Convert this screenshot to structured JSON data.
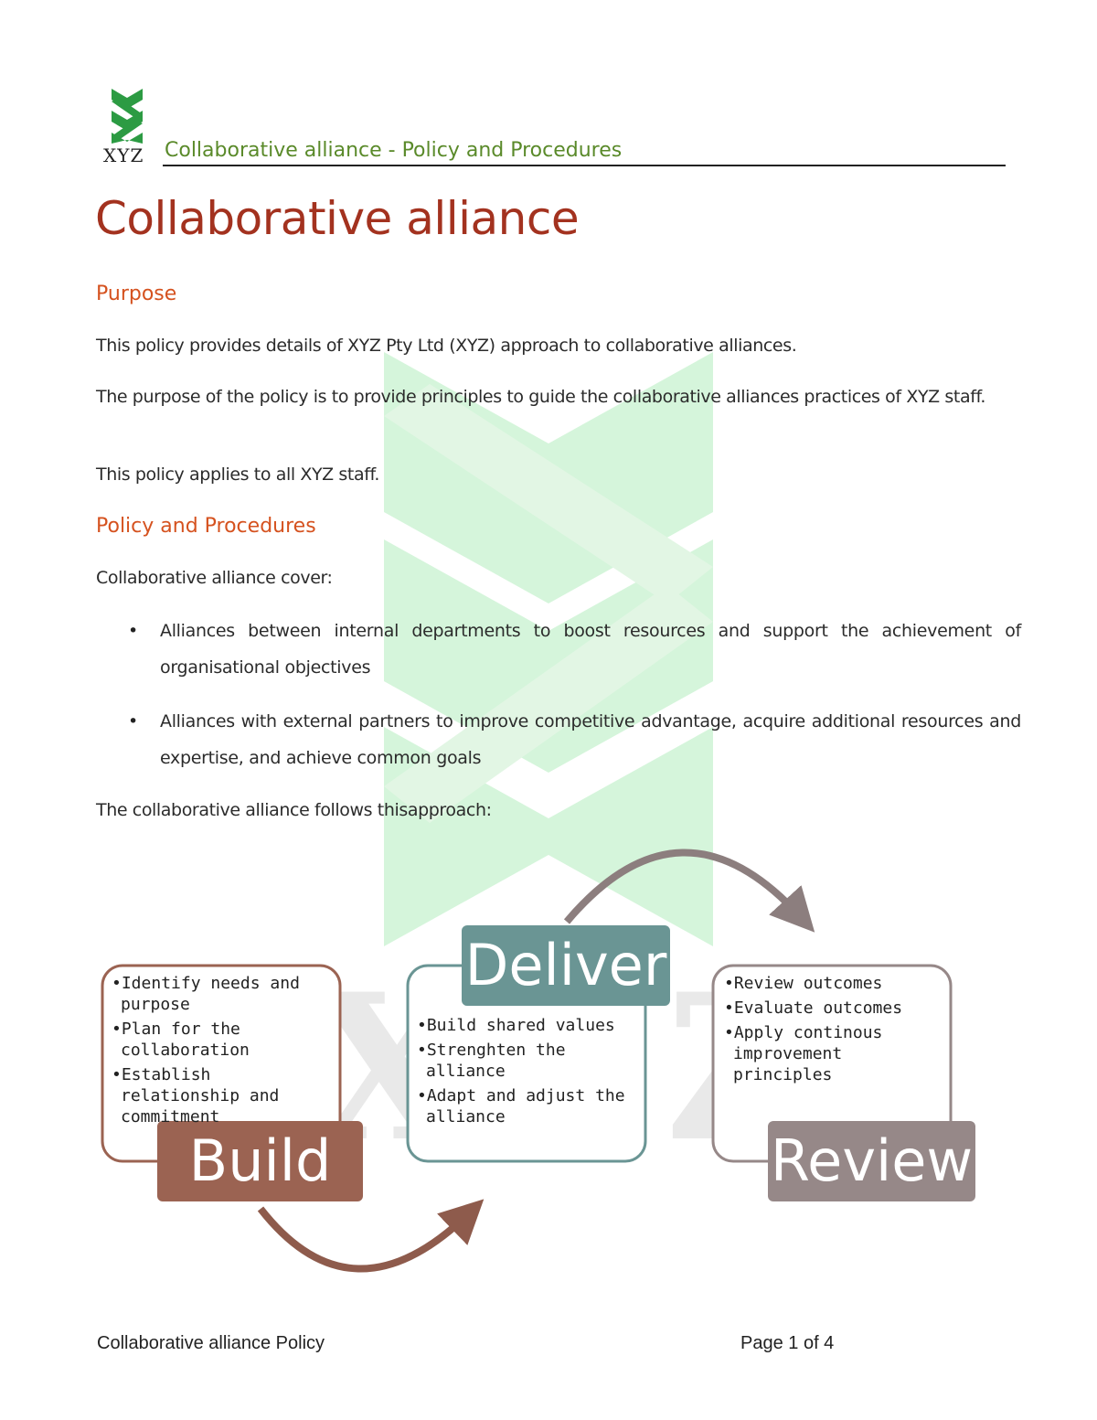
{
  "header": {
    "logo_text": "XYZ",
    "title": "Collaborative alliance - Policy and Procedures"
  },
  "watermark": {
    "text": "XYZ"
  },
  "document": {
    "title": "Collaborative alliance",
    "purpose": {
      "heading": "Purpose",
      "paragraphs": [
        "This policy provides details of XYZ Pty Ltd (XYZ) approach to collaborative alliances.",
        "The purpose of the policy is to provide principles to guide the collaborative alliances practices of XYZ staff.",
        "This policy applies to all XYZ staff."
      ]
    },
    "policy": {
      "heading": "Policy and Procedures",
      "intro": "Collaborative alliance cover:",
      "bullets": [
        "Alliances between internal departments to boost resources and support the achievement of organisational objectives",
        "Alliances with external partners to improve competitive advantage, acquire additional resources and expertise, and achieve common goals"
      ],
      "approach": "The collaborative alliance follows thisapproach:"
    }
  },
  "diagram": {
    "stages": [
      {
        "label": "Build",
        "color": "#9b6352",
        "items": [
          "Identify needs and purpose",
          "Plan for the collaboration",
          "Establish relationship and commitment"
        ]
      },
      {
        "label": "Deliver",
        "color": "#6a9594",
        "items": [
          "Build shared values",
          "Strenghten the alliance",
          "Adapt and adjust the alliance"
        ]
      },
      {
        "label": "Review",
        "color": "#968888",
        "items": [
          "Review outcomes",
          "Evaluate outcomes",
          "Apply continous improvement principles"
        ]
      }
    ]
  },
  "footer": {
    "left": "Collaborative alliance Policy",
    "right": "Page 1 of 4"
  }
}
